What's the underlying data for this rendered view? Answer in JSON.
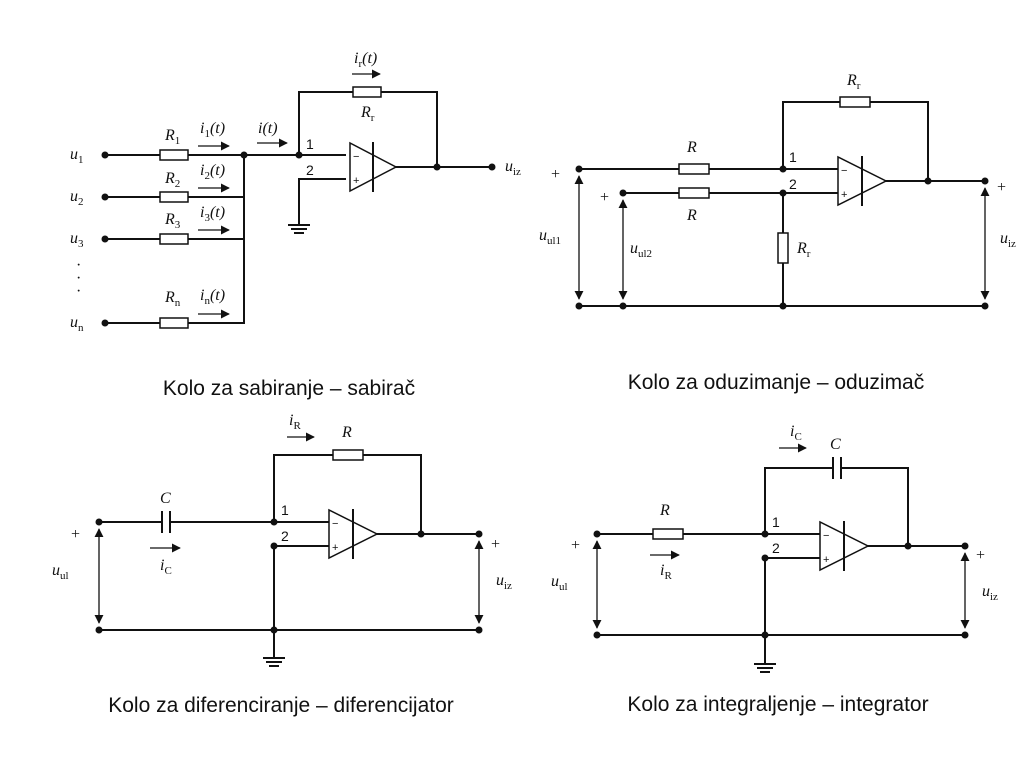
{
  "captions": {
    "summer": "Kolo za sabiranje – sabirač",
    "subtractor": "Kolo za oduzimanje – oduzimač",
    "differentiator": "Kolo za diferenciranje – diferencijator",
    "integrator": "Kolo za integraljenje – integrator"
  },
  "labels": {
    "u": "u",
    "R": "R",
    "C": "C",
    "i": "i",
    "t": "(t)",
    "sub_1": "1",
    "sub_2": "2",
    "sub_3": "3",
    "sub_n": "n",
    "sub_r": "r",
    "sub_iz": "iz",
    "sub_ul": "ul",
    "sub_ul1": "ul1",
    "sub_ul2": "ul2",
    "sub_R": "R",
    "sub_C": "C",
    "pin_1": "1",
    "pin_2": "2",
    "minus": "−",
    "plus": "+",
    "dots": "·"
  }
}
